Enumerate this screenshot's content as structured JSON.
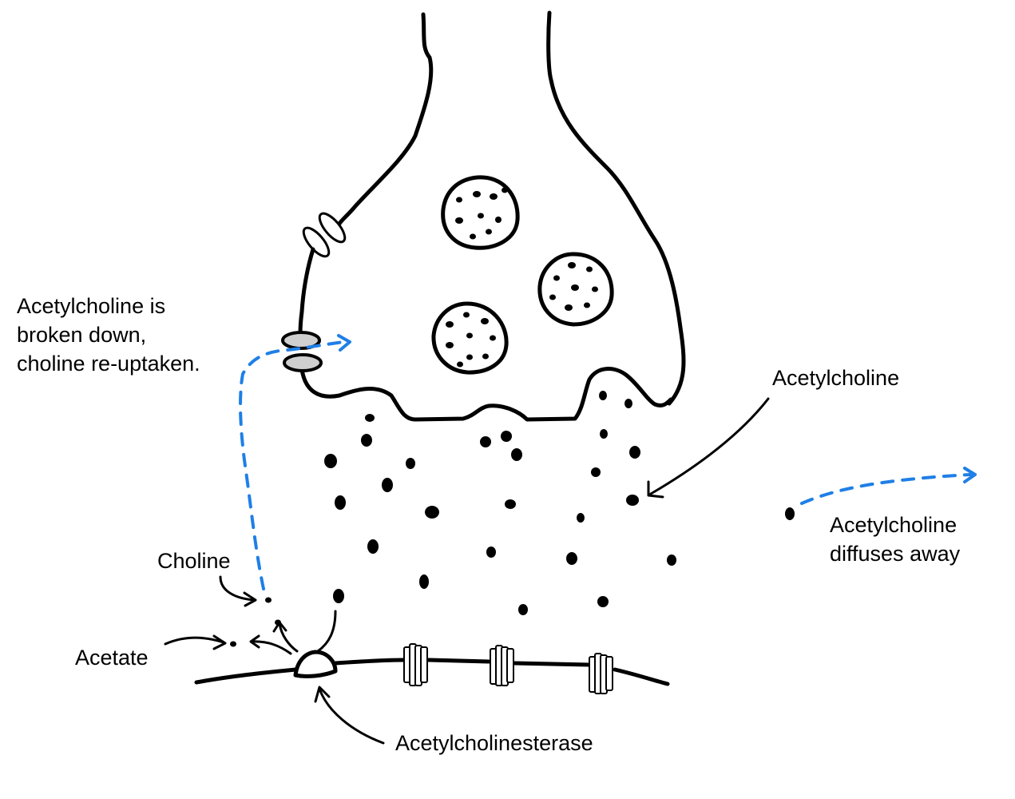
{
  "labels": {
    "reuptake": "Acetylcholine is\nbroken down,\ncholine re-uptaken.",
    "acetylcholine": "Acetylcholine",
    "diffuses": "Acetylcholine\ndiffuses away",
    "choline": "Choline",
    "acetate": "Acetate",
    "enzyme": "Acetylcholinesterase"
  },
  "colors": {
    "ink": "#000000",
    "accent_blue": "#1f7fe6",
    "background": "#ffffff"
  }
}
